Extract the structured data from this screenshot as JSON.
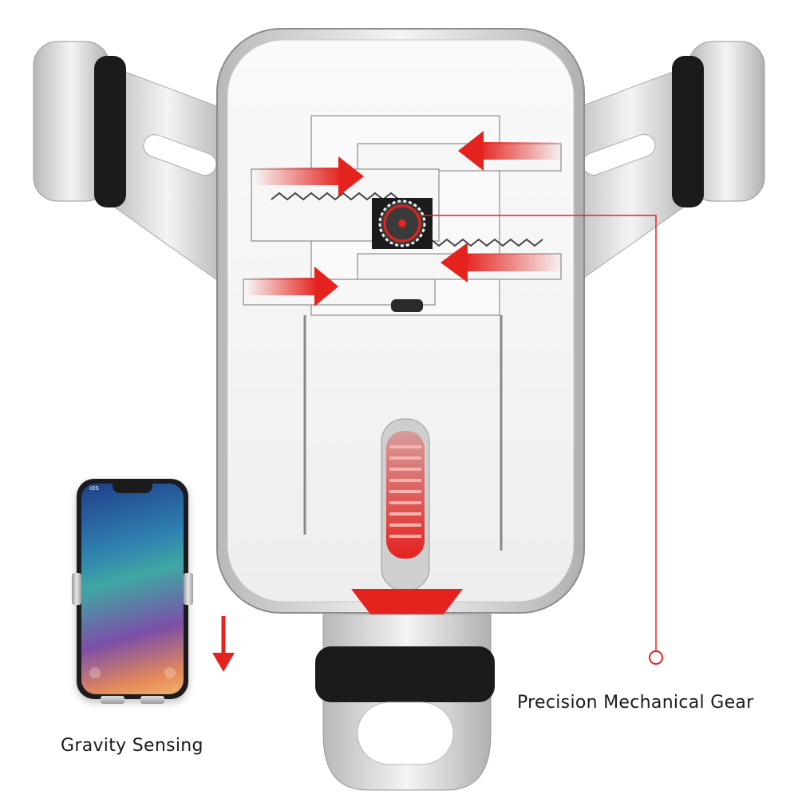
{
  "labels": {
    "gear": "Precision Mechanical Gear",
    "gravity": "Gravity Sensing"
  },
  "phone": {
    "status_carrier": "iOS"
  },
  "colors": {
    "accent": "#e4231f",
    "metal_light": "#f2f2f2",
    "metal_dark": "#9c9c9c",
    "rubber": "#1b1b1b"
  },
  "icons": [
    "arrow-right-icon",
    "arrow-left-icon",
    "arrow-down-icon",
    "gear-icon",
    "spring-icon",
    "callout-dot-icon"
  ]
}
